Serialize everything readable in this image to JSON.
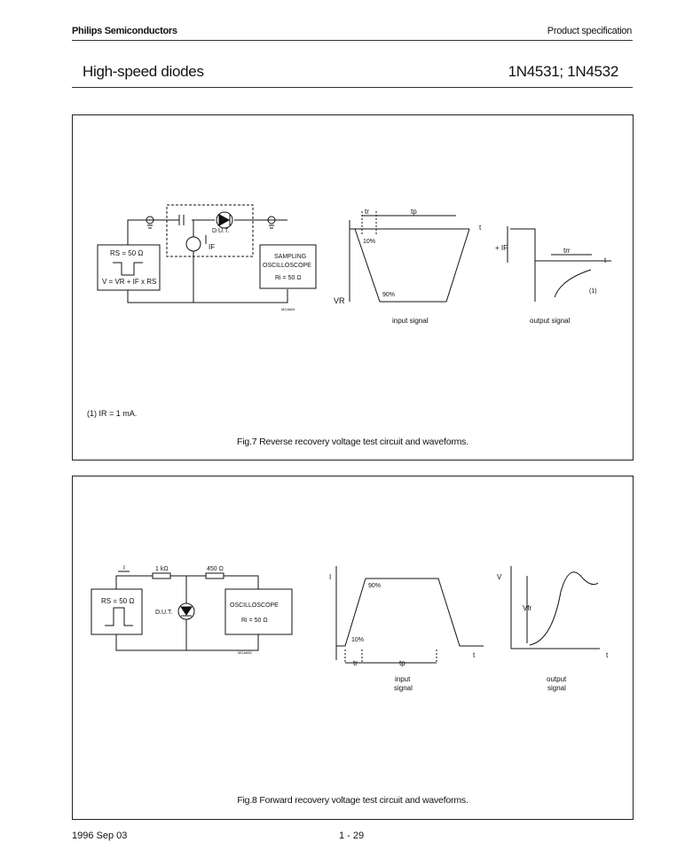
{
  "header": {
    "company": "Philips Semiconductors",
    "doc_type": "Product specification",
    "title": "High-speed diodes",
    "part_numbers": "1N4531; 1N4532"
  },
  "fig7": {
    "caption": "Fig.7  Reverse recovery voltage test circuit and waveforms.",
    "note": "(1)  IR = 1 mA.",
    "source_label": "RS = 50 Ω",
    "source_eq": "V = VR + IF x RS",
    "dut_label": "D.U.T.",
    "if_label": "IF",
    "scope_title_1": "SAMPLING",
    "scope_title_2": "OSCILLOSCOPE",
    "scope_ri": "Ri = 50 Ω",
    "ref_code": "MGA881",
    "tr_label": "tr",
    "tp_label": "tp",
    "t_label": "t",
    "pct10": "10%",
    "pct90": "90%",
    "vr_label": "VR",
    "input_label": "input signal",
    "output_label": "output signal",
    "plus_if_label": "+ IF",
    "trr_label": "trr",
    "t2_label": "t",
    "marker_1": "(1)"
  },
  "fig8": {
    "caption": "Fig.8  Forward recovery voltage test circuit and waveforms.",
    "source_label": "RS = 50 Ω",
    "i_label": "I",
    "r1_label": "1 kΩ",
    "r2_label": "450 Ω",
    "dut_label": "D.U.T.",
    "scope_title": "OSCILLOSCOPE",
    "scope_ri": "Ri = 50 Ω",
    "ref_code": "MGA882",
    "i_axis": "I",
    "pct90": "90%",
    "pct10": "10%",
    "tr_label": "tr",
    "tp_label": "tp",
    "t_label": "t",
    "input_label_1": "input",
    "input_label_2": "signal",
    "v_axis": "V",
    "vfr_label": "Vfr",
    "t2_label": "t",
    "output_label_1": "output",
    "output_label_2": "signal"
  },
  "footer": {
    "date": "1996 Sep 03",
    "page": "1 - 29"
  }
}
